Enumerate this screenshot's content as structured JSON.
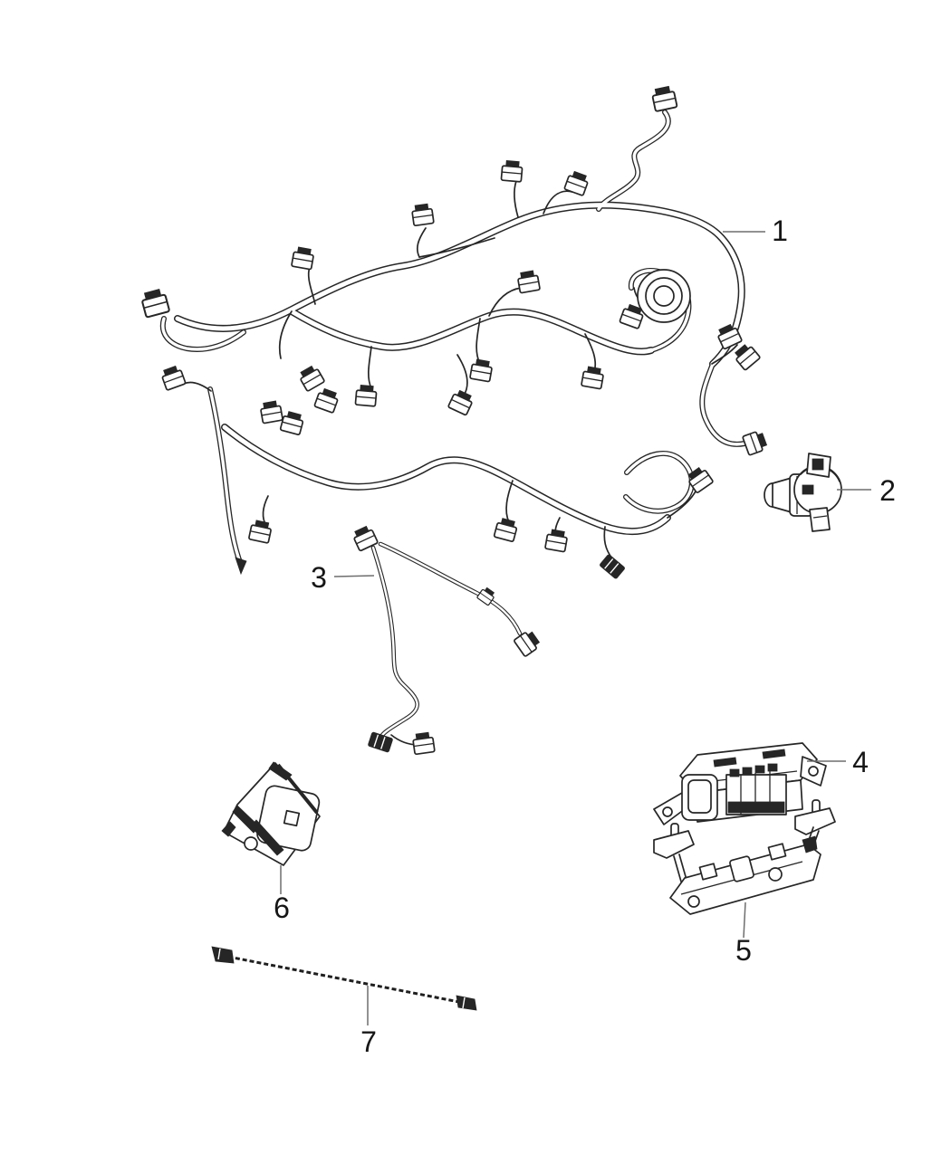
{
  "canvas": {
    "background": "#ffffff",
    "line_color": "#262626",
    "leader_color": "#6e6e6e",
    "description": "Wiring harness parts diagram, line art, callouts 1-7"
  },
  "callouts": [
    {
      "label": "1"
    },
    {
      "label": "2"
    },
    {
      "label": "3"
    },
    {
      "label": "4"
    },
    {
      "label": "5"
    },
    {
      "label": "6"
    },
    {
      "label": "7"
    }
  ]
}
